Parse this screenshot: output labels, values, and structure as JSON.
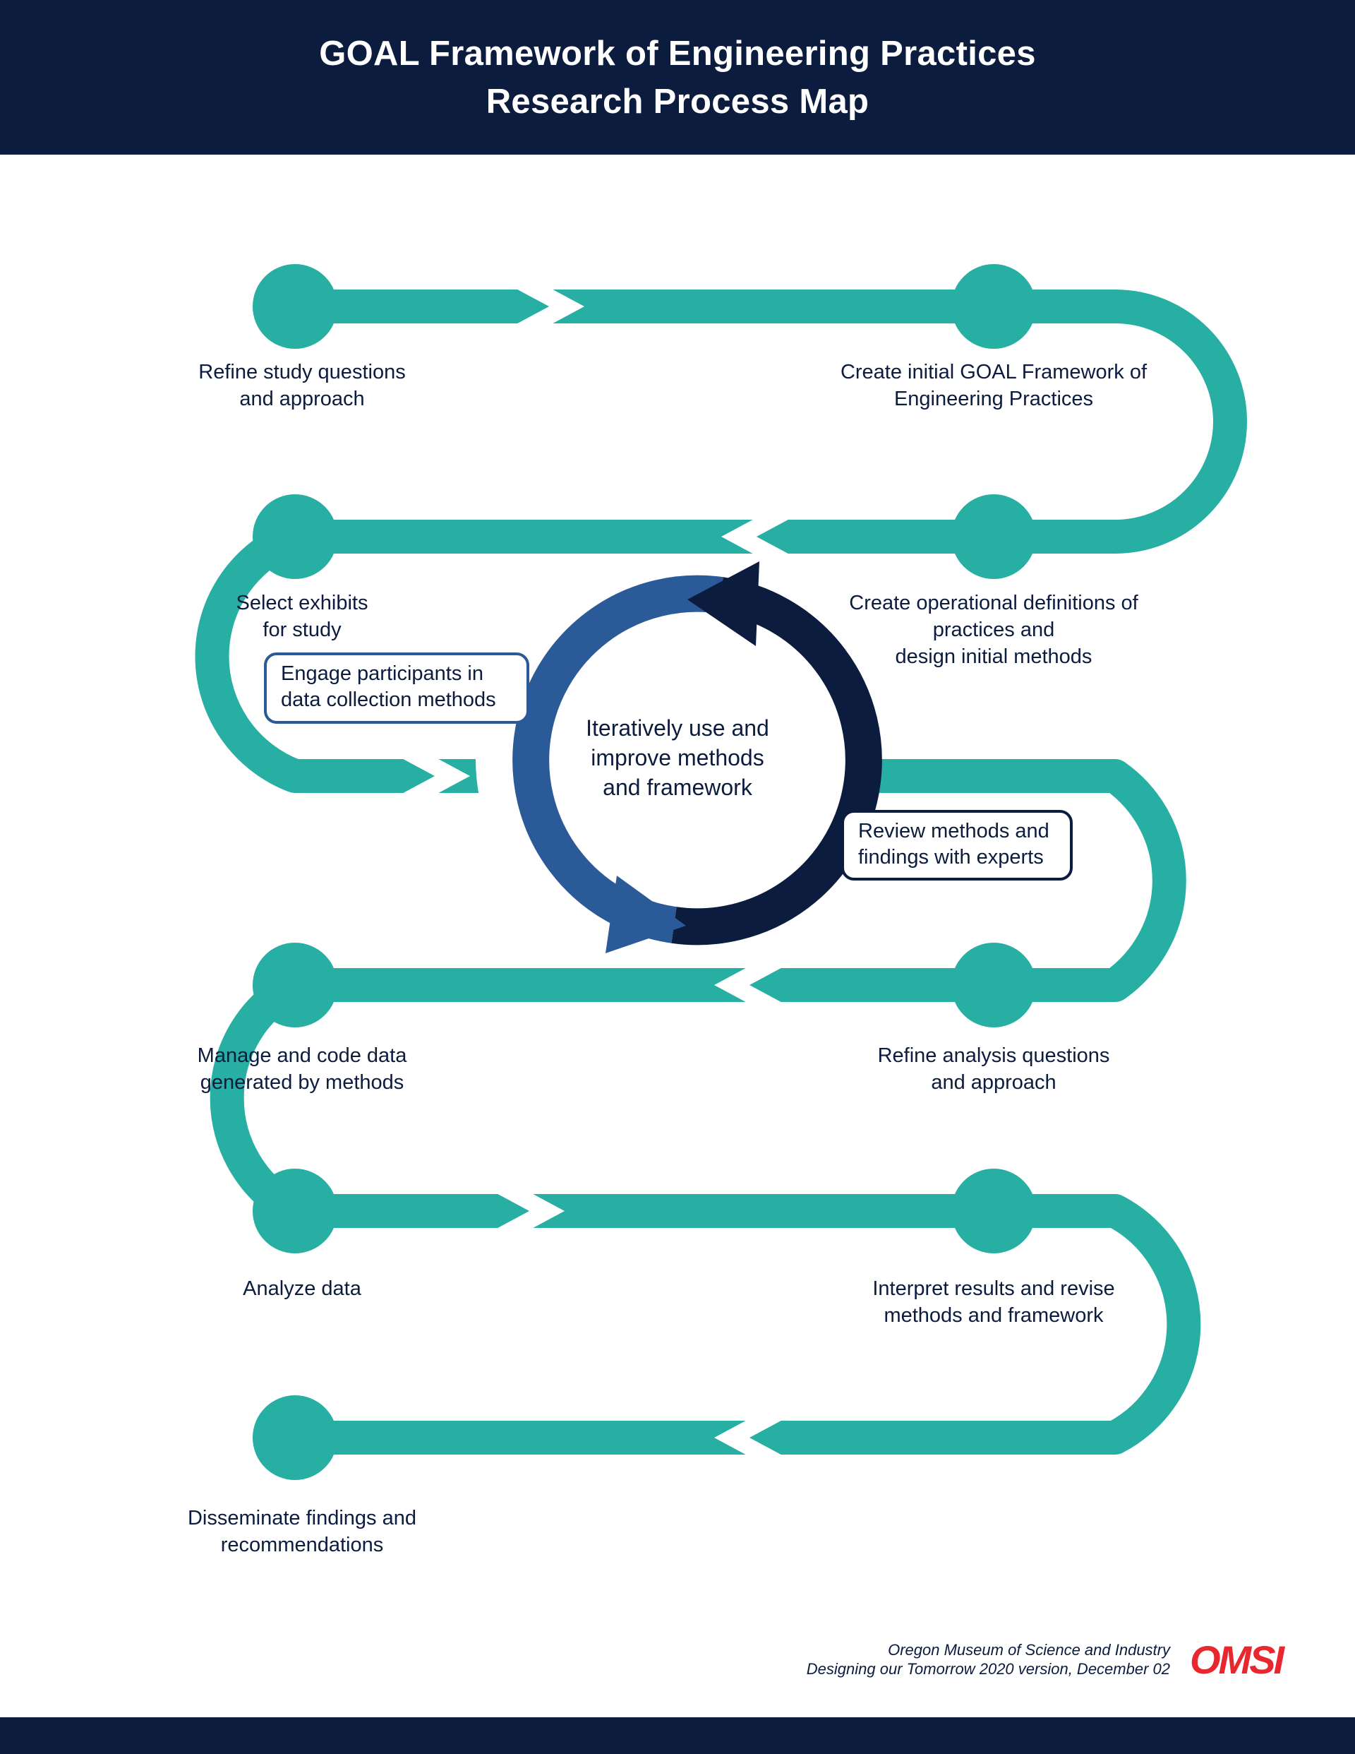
{
  "header": {
    "title_line1": "GOAL Framework of Engineering Practices",
    "title_line2": "Research Process Map"
  },
  "steps": [
    {
      "lines": [
        "Refine study questions",
        "and approach"
      ]
    },
    {
      "lines": [
        "Create initial GOAL Framework of",
        "Engineering Practices"
      ]
    },
    {
      "lines": [
        "Create operational definitions of",
        "practices and",
        "design initial methods"
      ]
    },
    {
      "lines": [
        "Select exhibits",
        "for study"
      ]
    },
    {
      "lines": [
        "Refine analysis questions",
        "and approach"
      ]
    },
    {
      "lines": [
        "Manage and code data",
        "generated by methods"
      ]
    },
    {
      "lines": [
        "Analyze data"
      ]
    },
    {
      "lines": [
        "Interpret results and revise",
        "methods and framework"
      ]
    },
    {
      "lines": [
        "Disseminate findings and",
        "recommendations"
      ]
    }
  ],
  "cycle": {
    "center_lines": [
      "Iteratively use and",
      "improve methods",
      "and framework"
    ],
    "engage_lines": [
      "Engage participants in",
      "data collection methods"
    ],
    "review_lines": [
      "Review methods and",
      "findings with experts"
    ]
  },
  "colors": {
    "path": "#27afa3",
    "navy": "#0b1c3f",
    "blue": "#2b5a98",
    "logo_red": "#e8272e"
  },
  "footer": {
    "credit_line1": "Oregon Museum of Science and Industry",
    "credit_line2": "Designing our Tomorrow 2020 version, December 02",
    "logo_text": "OMSI"
  }
}
